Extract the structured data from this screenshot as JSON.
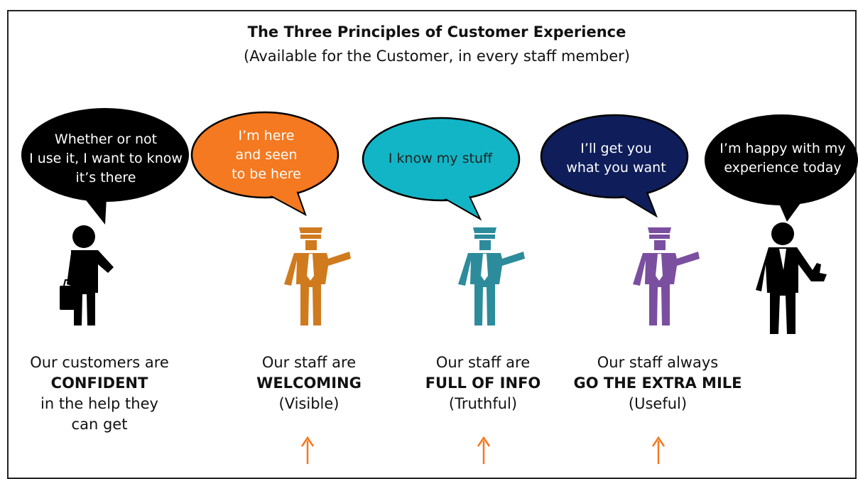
{
  "title": "The Three Principles of Customer Experience",
  "subtitle": "(Available for the Customer, in every staff member)",
  "colors": {
    "black": "#000000",
    "orange": "#f47920",
    "orange_figure": "#d07a1e",
    "teal": "#12b5c6",
    "teal_figure": "#2c8c9c",
    "navy": "#0f1e5a",
    "purple": "#7b4fa0",
    "arrow": "#f47920"
  },
  "bubbles": [
    {
      "id": "customer",
      "text": "Whether or not\nI use it, I want to know\nit’s there",
      "fill": "#000000",
      "text_color": "#ffffff"
    },
    {
      "id": "welcoming",
      "text": "I’m here\nand seen\nto be here",
      "fill": "#f47920",
      "text_color": "#ffffff"
    },
    {
      "id": "info",
      "text": "I know my stuff",
      "fill": "#12b5c6",
      "text_color": "#222222"
    },
    {
      "id": "extra",
      "text": "I’ll get you\nwhat you want",
      "fill": "#0f1e5a",
      "text_color": "#ffffff"
    },
    {
      "id": "happy",
      "text": "I’m happy with my\nexperience  today",
      "fill": "#000000",
      "text_color": "#ffffff"
    }
  ],
  "captions": [
    {
      "line1": "Our customers are",
      "strong": "CONFIDENT",
      "line3": "in the help they",
      "line4": "can get"
    },
    {
      "line1": "Our staff are",
      "strong": "WELCOMING",
      "line3": "(Visible)",
      "line4": ""
    },
    {
      "line1": "Our staff are",
      "strong": "FULL OF INFO",
      "line3": "(Truthful)",
      "line4": ""
    },
    {
      "line1": "Our staff always",
      "strong": "GO THE EXTRA MILE",
      "line3": "(Useful)",
      "line4": ""
    }
  ],
  "icons": [
    "customer-with-bag-icon",
    "staff-orange-icon",
    "staff-teal-icon",
    "staff-purple-icon",
    "customer-thumbs-up-icon"
  ]
}
